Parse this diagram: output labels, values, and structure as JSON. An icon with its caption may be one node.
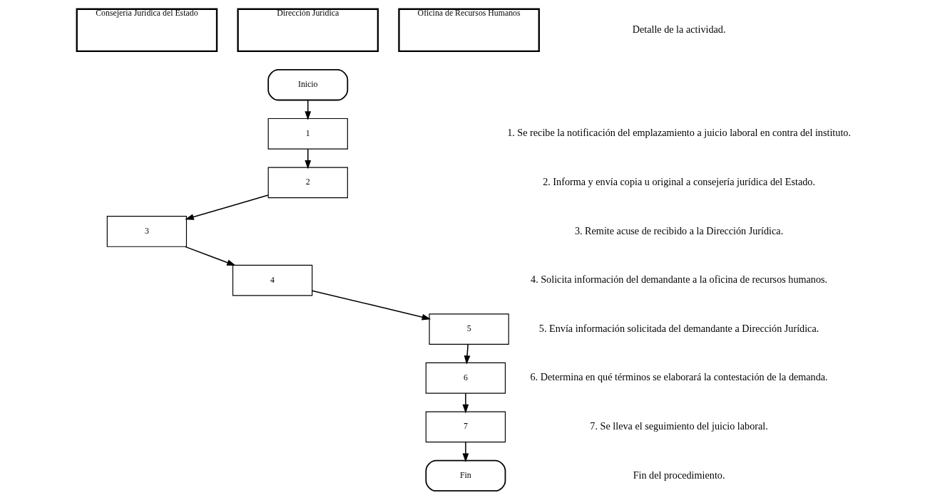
{
  "diagram": {
    "nodes": [
      {
        "text": [
          "Consejería Jurídica del Estado"
        ]
      },
      {
        "text": [
          "Dirección Jurídica"
        ]
      },
      {
        "text": [
          "Oficina de Recursos Humanos"
        ]
      },
      {
        "text": [
          "Inicio"
        ]
      },
      {
        "text": [
          "1"
        ]
      },
      {
        "text": [
          "2"
        ]
      },
      {
        "text": [
          "3"
        ]
      },
      {
        "text": [
          "4"
        ]
      },
      {
        "text": [
          "5"
        ]
      },
      {
        "text": [
          "6"
        ]
      },
      {
        "text": [
          "7"
        ]
      },
      {
        "text": [
          "Fin"
        ]
      }
    ],
    "edges": [
      {
        "from": 3,
        "to": 4,
        "arrow": "to"
      },
      {
        "from": 4,
        "to": 5,
        "arrow": "to"
      },
      {
        "from": 5,
        "to": 6,
        "arrow": "to"
      },
      {
        "from": 6,
        "to": 7,
        "arrow": "to"
      },
      {
        "from": 7,
        "to": 8,
        "arrow": "to"
      },
      {
        "from": 8,
        "to": 9,
        "arrow": "to"
      },
      {
        "from": 9,
        "to": 10,
        "arrow": "to"
      },
      {
        "from": 10,
        "to": 11,
        "arrow": "to"
      }
    ],
    "labels": [
      "Detalle de la actividad.",
      "1. Se recibe la notificación del emplazamiento a juicio laboral en contra del instituto.",
      "2. Informa y envía copia u original a consejería jurídica del Estado.",
      "3. Remite acuse de recibido a la Dirección Jurídica.",
      "4. Solicita información del demandante a la oficina de recursos humanos.",
      "5. Envía información solicitada del demandante a Dirección Jurídica.",
      "6. Determina en qué términos se elaborará la contestación de la demanda.",
      "7. Se lleva el seguimiento del juicio laboral.",
      "Fin del procedimiento."
    ]
  }
}
